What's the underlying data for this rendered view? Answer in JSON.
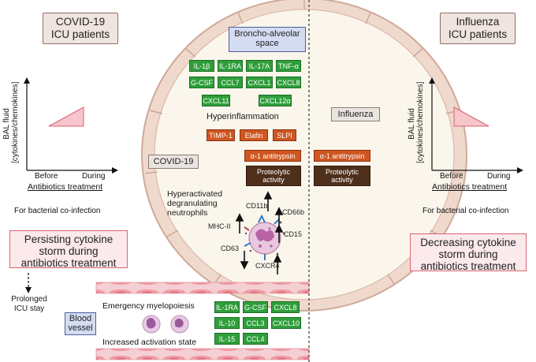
{
  "left": {
    "title_line1": "COVID-19",
    "title_line2": "ICU patients",
    "y_label_line1": "BAL fluid",
    "y_label_line2": "[cytokines/chemokines]",
    "tick_before": "Before",
    "tick_during": "During",
    "x_label": "Antibiotics treatment",
    "note": "For bacterial co-infection",
    "conclusion_line1": "Persisting cytokine",
    "conclusion_line2": "storm during",
    "conclusion_line3": "antibiotics treatment",
    "prolonged_line1": "Prolonged",
    "prolonged_line2": "ICU stay"
  },
  "right": {
    "title_line1": "Influenza",
    "title_line2": "ICU patients",
    "y_label_line1": "BAL fluid",
    "y_label_line2": "[cytokines/chemokines]",
    "tick_before": "Before",
    "tick_during": "During",
    "x_label": "Antibiotics treatment",
    "note": "For bacterial co-infection",
    "conclusion_line1": "Decreasing cytokine",
    "conclusion_line2": "storm during",
    "conclusion_line3": "antibiotics treatment"
  },
  "center": {
    "space_line1": "Broncho-alveolar",
    "space_line2": "space",
    "cytokines_row1": [
      "IL-1β",
      "IL-1RA",
      "IL-17A",
      "TNF-α"
    ],
    "cytokines_row2": [
      "G-CSF",
      "CCL7",
      "CXCL1",
      "CXCL8"
    ],
    "cytokines_row3": [
      "CXCL11",
      "CXCL12α"
    ],
    "hyperinflammation": "Hyperinflammation",
    "proteases": [
      "TIMP-1",
      "Elafin",
      "SLPI"
    ],
    "antitrypsin": "α-1 antitrypsin",
    "proteolytic_line1": "Proteolytic",
    "proteolytic_line2": "activity",
    "covid_tag": "COVID-19",
    "influenza_tag": "Influenza",
    "influenza_antitrypsin": "α-1 antitrypsin",
    "influenza_proteolytic_line1": "Proteolytic",
    "influenza_proteolytic_line2": "activity",
    "neutrophil_line1": "Hyperactivated",
    "neutrophil_line2": "degranulating",
    "neutrophil_line3": "neutrophils",
    "markers": {
      "cd11b": "CD11b",
      "cd66b": "CD66b",
      "mhc2": "MHC-II",
      "cd15": "CD15",
      "cd63": "CD63",
      "cxcr4": "CXCR4"
    }
  },
  "blood": {
    "vessel_line1": "Blood",
    "vessel_line2": "vessel",
    "myelopoiesis": "Emergency myelopoiesis",
    "activation": "Increased activation state",
    "cytokines_row1": [
      "IL-1RA",
      "G-CSF",
      "CXCL8"
    ],
    "cytokines_row2": [
      "IL-10",
      "CCL3",
      "CXCL10"
    ],
    "cytokines_row3": [
      "IL-15",
      "CCL4"
    ]
  },
  "colors": {
    "green": "#2e9e3a",
    "orange": "#cf5620",
    "dark_brown": "#4e2f1c",
    "pink_border": "#d9636f",
    "alveolus_fill": "#fbf6ec",
    "alveolus_wall": "#e9d1c4"
  }
}
